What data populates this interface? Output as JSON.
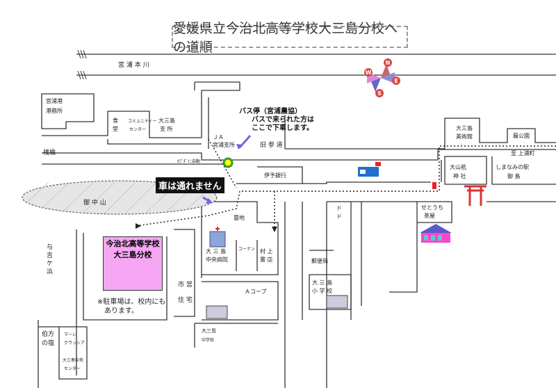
{
  "title": "愛媛県立今治北高等学校大三島分校への道順",
  "roads": {
    "miyaura_hongawa": "宮 浦 本 川",
    "kyu_sando": "旧 参 道",
    "to_kamiura": "至 上浦町",
    "sanbashi": "桟橋",
    "gochuzan": "御 中 山",
    "yoshigahama": "与 吉 ケ 浜"
  },
  "notice": "車は通れません",
  "bus_stop": {
    "title": "バス停（宮浦農協）",
    "line1": "バスで来られた方は",
    "line2": "ここで下車します。"
  },
  "school": {
    "line1": "今治北高等学校",
    "line2": "大三島分校"
  },
  "parking_note": {
    "line1": "※駐車場は、校内にも",
    "line2": "あります。"
  },
  "compass": {
    "n": "N",
    "e": "E",
    "s": "S",
    "w": "W"
  },
  "buildings": {
    "miyaura_port": [
      "宮浦港",
      "港務所"
    ],
    "shokudo": [
      "食",
      "堂"
    ],
    "community": [
      "コミュニティー",
      "センター"
    ],
    "oomishima_branch": [
      "大三島",
      "支 所"
    ],
    "ja": [
      "ＪＡ",
      "宮浦支所"
    ],
    "kabudaini": "ｶﾌﾞﾀﾞｲﾆ自動",
    "iyo_bank": "伊予銀行",
    "museum": [
      "大三島",
      "美術館"
    ],
    "fujiko": "藤公園",
    "oyamazumi": [
      "大山祇",
      "神 社"
    ],
    "shimanami": [
      "しまなみの駅",
      "御 島"
    ],
    "setouchi": [
      "せとうち",
      "茶屋"
    ],
    "bochi": "墓地",
    "hospital": [
      "大 三 島",
      "中央病院"
    ],
    "kohnan": "コーナン",
    "murakami": [
      "村 上",
      "書 店"
    ],
    "dodo": [
      "ド",
      "ド"
    ],
    "post": "郵便局",
    "elementary": [
      "大 三 島",
      "小 学 校"
    ],
    "ichieiju": [
      "市 営",
      "住 宅"
    ],
    "acoop": "Ａコープ",
    "junior_high": [
      "大三島",
      "中学校"
    ],
    "hakata": [
      "伯方",
      "の塩"
    ],
    "marine": [
      "マーレ",
      "グラッシア"
    ],
    "welfare": [
      "大三島中央",
      "センター"
    ]
  }
}
